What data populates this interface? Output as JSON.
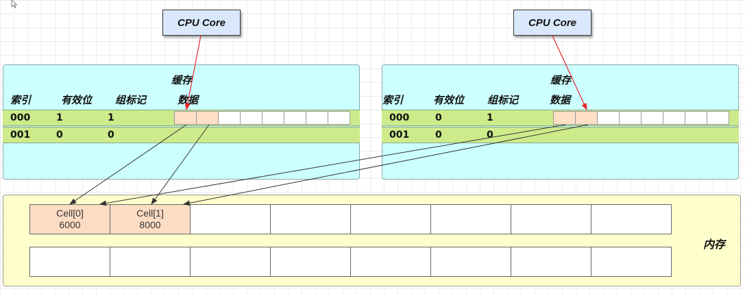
{
  "cpu": [
    {
      "label": "CPU Core"
    },
    {
      "label": "CPU Core"
    }
  ],
  "caches": [
    {
      "title": "缓存",
      "headers": {
        "index": "索引",
        "valid": "有效位",
        "tag": "组标记",
        "data": "数据"
      },
      "rows": [
        {
          "index": "000",
          "valid": "1",
          "tag": "1"
        },
        {
          "index": "001",
          "valid": "0",
          "tag": "0"
        }
      ]
    },
    {
      "title": "缓存",
      "headers": {
        "index": "索引",
        "valid": "有效位",
        "tag": "组标记",
        "data": "数据"
      },
      "rows": [
        {
          "index": "000",
          "valid": "0",
          "tag": "1"
        },
        {
          "index": "001",
          "valid": "0",
          "tag": "0"
        }
      ]
    }
  ],
  "memory": {
    "label": "内存",
    "cells": [
      {
        "name": "Cell[0]",
        "value": "6000"
      },
      {
        "name": "Cell[1]",
        "value": "8000"
      }
    ]
  },
  "colors": {
    "cpu_fill": "#dae8fc",
    "cache_fill": "#ccffff",
    "row_fill": "#cdeb8b",
    "highlight_fill": "#ffdfc6",
    "memory_fill": "#ffffcc",
    "cpu_arrow": "#e8262a",
    "link_arrow": "#333333"
  }
}
